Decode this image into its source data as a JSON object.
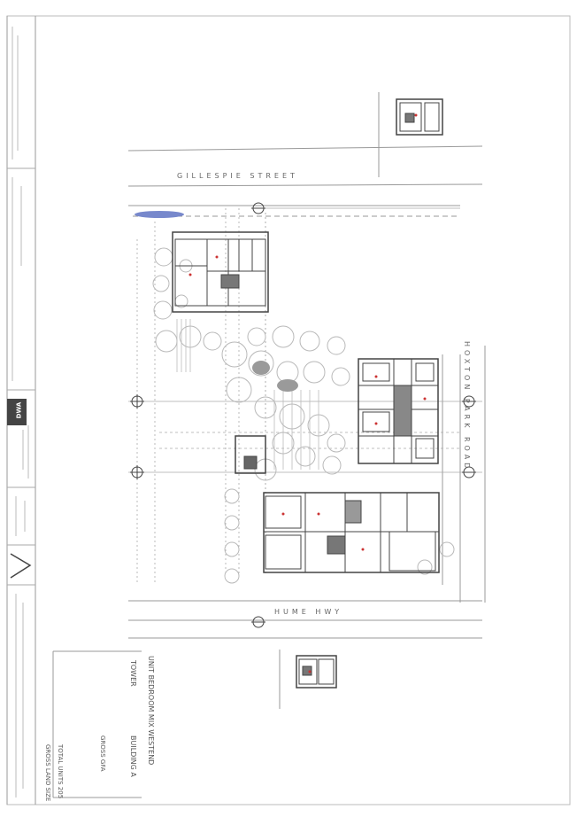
{
  "title_block": {
    "logo_text": "DWA",
    "project_title": "UNIT BEDROOM MIX WESTEND"
  },
  "streets": {
    "north": "GILLESPIE STREET",
    "east": "HOXTON PARK ROAD",
    "south": "HUME HWY"
  },
  "schedule": {
    "heading_a": "BUILDING A",
    "heading_b": "TOWER",
    "label": "TOTAL UNITS",
    "total_units": "205",
    "gfa": "GROSS GFA",
    "site": "GROSS LAND SIZE"
  },
  "colors": {
    "line": "#8a8a8a",
    "dark": "#444444",
    "tree": "#b9b9b9",
    "red": "#cc3333"
  }
}
